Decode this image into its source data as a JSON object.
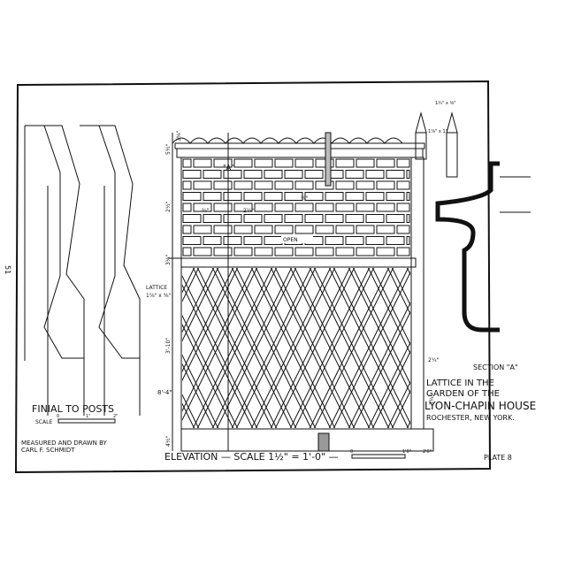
{
  "page_number": "51",
  "title": {
    "line1": "LATTICE IN THE",
    "line2": "GARDEN OF THE",
    "line3": "LYON-CHAPIN HOUSE",
    "line4": "ROCHESTER, NEW YORK."
  },
  "plate": "PLATE 8",
  "section_label": "SECTION \"A\"",
  "finial": {
    "label": "FINIAL TO POSTS",
    "scale_label": "SCALE",
    "scale_ticks": [
      "0",
      "1\"",
      "2\""
    ]
  },
  "credit": {
    "line1": "MEASURED AND DRAWN BY",
    "line2": "CARL F. SCHMIDT"
  },
  "elevation": {
    "caption": "ELEVATION — SCALE 1½\" = 1'-0\" —",
    "scale_ticks": [
      "0",
      "1'0\"",
      "2'0\""
    ]
  },
  "annotations": {
    "a_mark": "\"A\"",
    "open": "OPEN",
    "lattice": "LATTICE",
    "lattice_size": "1⅝\" x ⅜\"",
    "dim_top": "5½\"",
    "dim_top2": "3⅝\"",
    "dim_brick": "2½\"",
    "dim_brick2": "¾\"",
    "dim_brick3": "2¼\"",
    "dim_3_4": "¾\"",
    "dim_mid": "3½\"",
    "dim_3_10": "3'-10\"",
    "dim_8_4": "8'-4\"",
    "dim_base": "4½\"",
    "dim_side": "2¼\"",
    "dim_side2": "3¾\"",
    "dim_finial1": "1¾\" x ⅜\"",
    "dim_finial2": "1⅞\" x 1\""
  }
}
